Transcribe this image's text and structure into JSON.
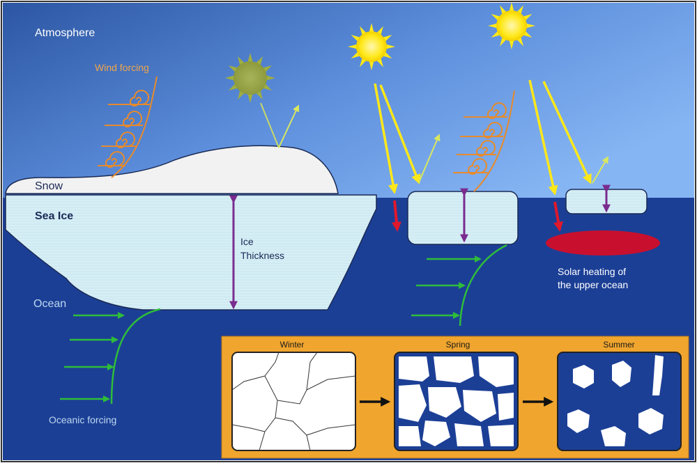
{
  "labels": {
    "atmosphere": "Atmosphere",
    "wind_forcing": "Wind forcing",
    "snow": "Snow",
    "sea_ice": "Sea Ice",
    "ice_thickness_1": "Ice",
    "ice_thickness_2": "Thickness",
    "ocean": "Ocean",
    "oceanic_forcing": "Oceanic forcing",
    "solar_heating_1": "Solar heating of",
    "solar_heating_2": "the upper ocean"
  },
  "seasons": [
    "Winter",
    "Spring",
    "Summer"
  ],
  "colors": {
    "sky_top": "#2f5aa8",
    "sky_bottom": "#79aaf0",
    "ocean": "#1c3f96",
    "ice": "#d9f0f7",
    "snow": "#f2f2f2",
    "sun": "#ffe81a",
    "faded_sun": "#a6b24a",
    "wind": "#e88a2a",
    "current": "#2ebd3a",
    "thickness_arrow": "#7a2c8f",
    "heat_arrow": "#e0182c",
    "heat_patch": "#c8102e",
    "inset_bg": "#f0a52e"
  }
}
